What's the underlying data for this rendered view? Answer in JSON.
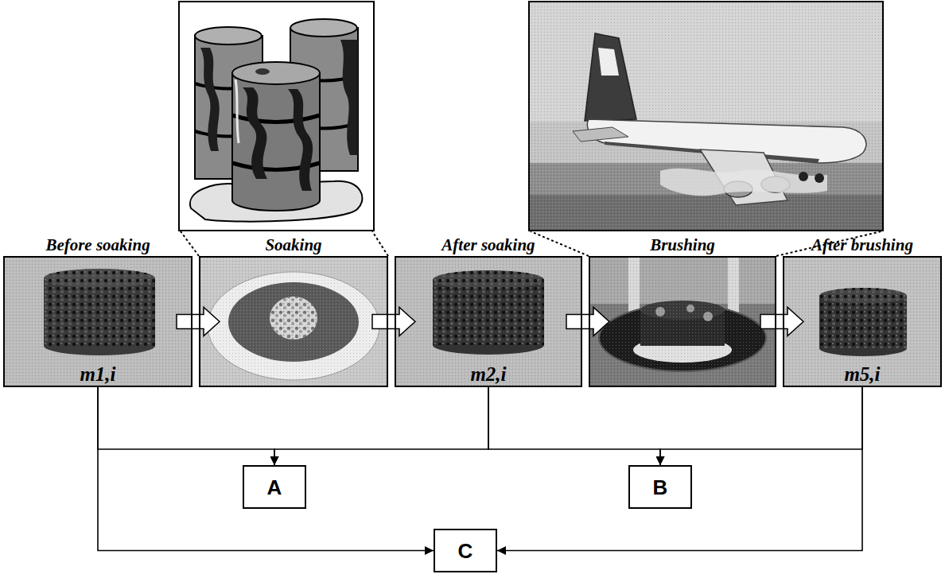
{
  "diagram": {
    "nodes": [
      {
        "text": [
          "Before soaking",
          "m1,i"
        ]
      },
      {
        "text": [
          "Soaking"
        ]
      },
      {
        "text": [
          "After soaking",
          "m2,i"
        ]
      },
      {
        "text": [
          "Brushing"
        ]
      },
      {
        "text": [
          "After brushing",
          "m5,i"
        ]
      },
      {
        "text": [
          "A"
        ]
      },
      {
        "text": [
          "B"
        ]
      },
      {
        "text": [
          "C"
        ]
      }
    ],
    "edges": [
      {
        "from": 0,
        "to": 1,
        "arrow": "to"
      },
      {
        "from": 1,
        "to": 2,
        "arrow": "to"
      },
      {
        "from": 2,
        "to": 3,
        "arrow": "to"
      },
      {
        "from": 3,
        "to": 4,
        "arrow": "to"
      },
      {
        "from": 0,
        "to": 5,
        "arrow": "to"
      },
      {
        "from": 2,
        "to": 5,
        "arrow": "to"
      },
      {
        "from": 2,
        "to": 6,
        "arrow": "to"
      },
      {
        "from": 4,
        "to": 6,
        "arrow": "to"
      },
      {
        "from": 0,
        "to": 7,
        "arrow": "to"
      },
      {
        "from": 4,
        "to": 7,
        "arrow": "to"
      }
    ]
  }
}
